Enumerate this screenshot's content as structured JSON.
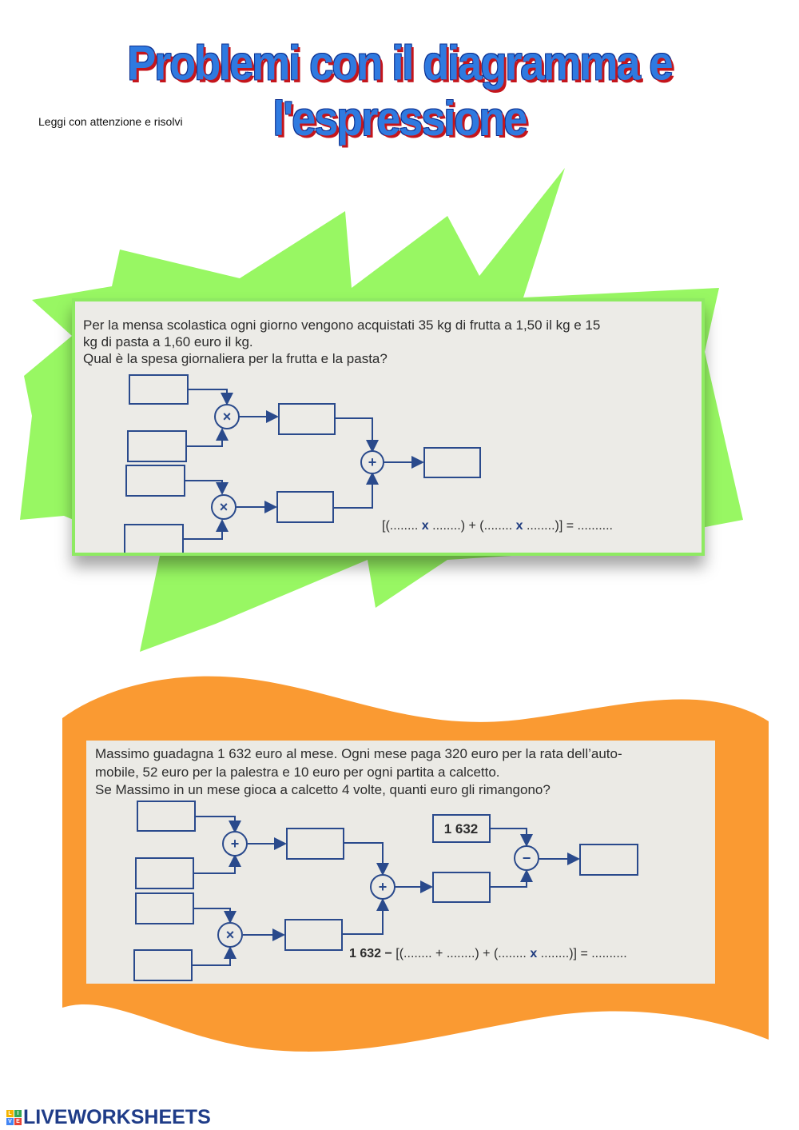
{
  "header": {
    "title": "Problemi con il diagramma e l'espressione",
    "subtitle": "Leggi con attenzione e risolvi"
  },
  "colors": {
    "star": "#98f763",
    "wave": "#fa9a32",
    "title": "#2f7ae0",
    "title_shadow": "#c4151c",
    "diagram": "#2a4a8c"
  },
  "problem1": {
    "line1": "Per la mensa scolastica ogni giorno vengono acquistati 35 kg di frutta a 1,50 il kg e 15",
    "line2": "kg di pasta a 1,60 euro il kg.",
    "line3": "Qual è la spesa giornaliera per la frutta e la pasta?",
    "expression": {
      "p1": "[(........ ",
      "op1": "x",
      "p2": " ........) + (........ ",
      "op2": "x",
      "p3": " ........)] = .........."
    },
    "operators": [
      "×",
      "×",
      "+"
    ]
  },
  "problem2": {
    "line1": "Massimo guadagna 1 632 euro al mese. Ogni mese paga 320 euro per la rata dell’auto-",
    "line2": "mobile, 52 euro per la palestra e 10 euro per ogni partita a calcetto.",
    "line3": "Se Massimo in un mese gioca a calcetto 4 volte, quanti euro gli rimangono?",
    "given_value": "1 632",
    "expression": {
      "lead": "1 632 −",
      "p1": " [(........ + ........) + (........ ",
      "op": "x",
      "p2": " ........)] = .........."
    },
    "operators": [
      "+",
      "×",
      "+",
      "−"
    ]
  },
  "footer": {
    "brand": "LIVEWORKSHEETS",
    "logo_letters": [
      "L",
      "I",
      "V",
      "E"
    ]
  }
}
